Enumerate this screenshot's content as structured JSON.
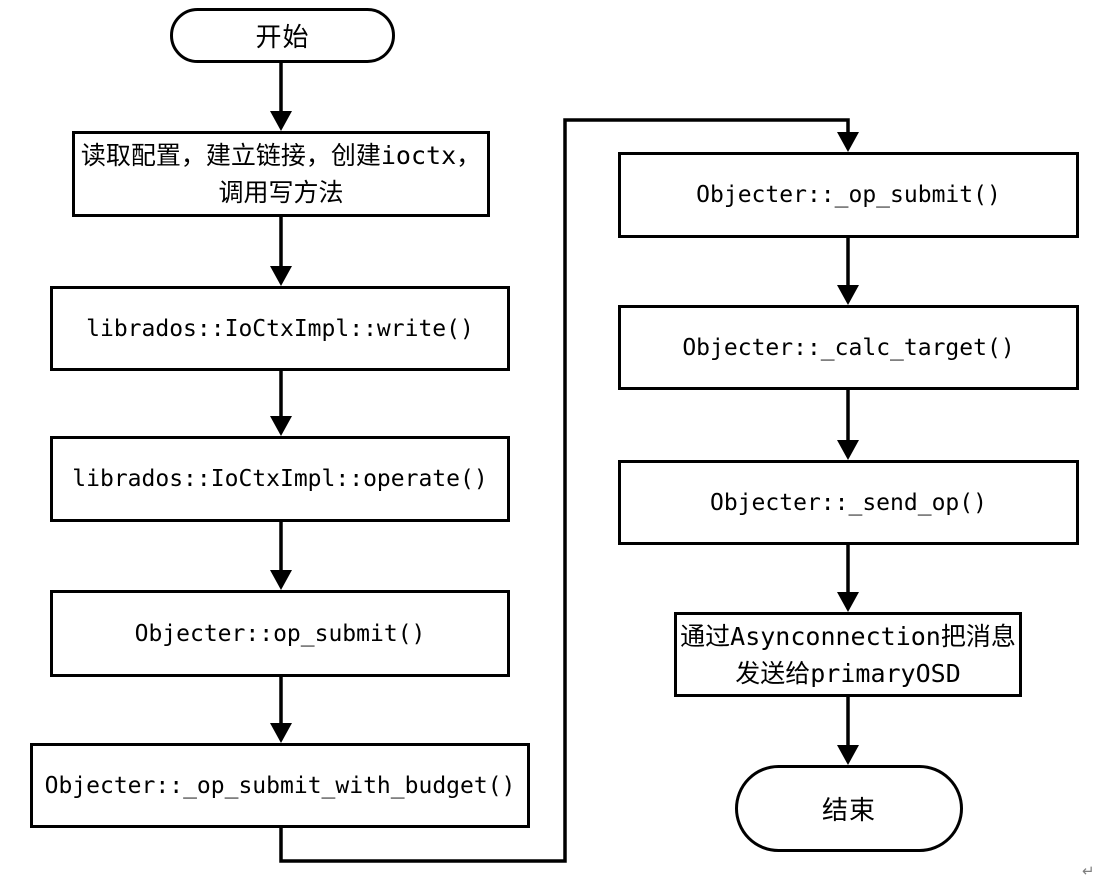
{
  "colors": {
    "background": "#ffffff",
    "line": "#000000",
    "text": "#000000",
    "return_mark": "#7f7f7f"
  },
  "flowchart": {
    "start": {
      "label": "开始"
    },
    "end": {
      "label": "结束"
    },
    "steps": {
      "read_config": {
        "line1": "读取配置，建立链接，创建ioctx，",
        "line2": "调用写方法"
      },
      "ioctximpl_write": {
        "label": "librados::IoCtxImpl::write()"
      },
      "ioctximpl_operate": {
        "label": "librados::IoCtxImpl::operate()"
      },
      "op_submit": {
        "label": "Objecter::op_submit()"
      },
      "op_submit_with_budget": {
        "label": "Objecter::_op_submit_with_budget()"
      },
      "op_submit_internal": {
        "label": "Objecter::_op_submit()"
      },
      "calc_target": {
        "label": "Objecter::_calc_target()"
      },
      "send_op": {
        "label": "Objecter::_send_op()"
      },
      "send_to_primary_osd": {
        "line1": "通过Asynconnection把消息",
        "line2": "发送给primaryOSD"
      }
    }
  },
  "artifacts": {
    "return_mark": "↵"
  }
}
